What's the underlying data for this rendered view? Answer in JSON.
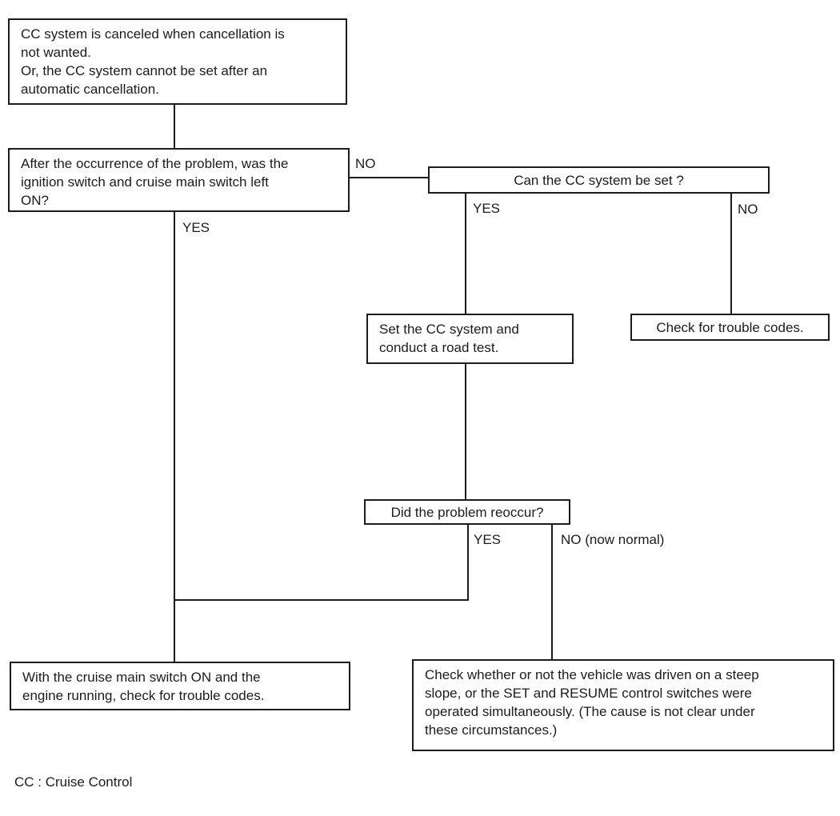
{
  "page": {
    "background_color": "#ffffff",
    "text_color": "#1c1c1c",
    "line_color": "#1c1c1c"
  },
  "nodes": {
    "problem_statement": "CC system is canceled when cancellation is\nnot wanted.\nOr, the CC system cannot be set after an\nautomatic cancellation.",
    "ignition_question": "After the occurrence of the problem, was the\nignition switch and cruise main switch left\nON?",
    "can_set_question": "Can the CC system be set ?",
    "road_test": "Set the CC system and\nconduct a road test.",
    "check_trouble_codes": "Check for trouble codes.",
    "reoccur_question": "Did the problem reoccur?",
    "main_switch_check": "With the cruise main switch ON and the\nengine running, check for trouble codes.",
    "steep_slope_check": "Check whether or not the vehicle was driven on a steep\nslope, or the SET and RESUME control switches were\noperated simultaneously. (The cause is not clear under\nthese circumstances.)"
  },
  "labels": {
    "ignition_no": "NO",
    "ignition_yes": "YES",
    "can_set_yes": "YES",
    "can_set_no": "NO",
    "reoccur_yes": "YES",
    "reoccur_no": "NO (now normal)"
  },
  "footer": {
    "legend": "CC : Cruise Control"
  }
}
